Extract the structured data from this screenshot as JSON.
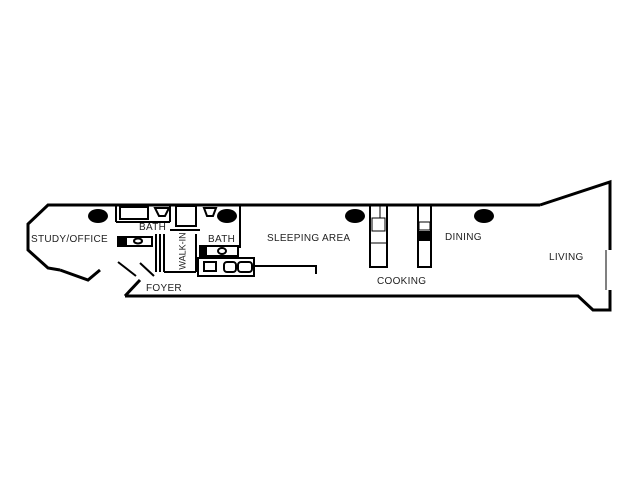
{
  "plan": {
    "rooms": {
      "study": "STUDY/OFFICE",
      "bath1": "BATH",
      "walkin": "WALK-IN",
      "bath2": "BATH",
      "sleeping": "SLEEPING AREA",
      "cooking": "COOKING",
      "dining": "DINING",
      "living": "LIVING",
      "foyer": "FOYER"
    },
    "colors": {
      "wall": "#000000",
      "background": "#ffffff",
      "label": "#222222"
    }
  }
}
